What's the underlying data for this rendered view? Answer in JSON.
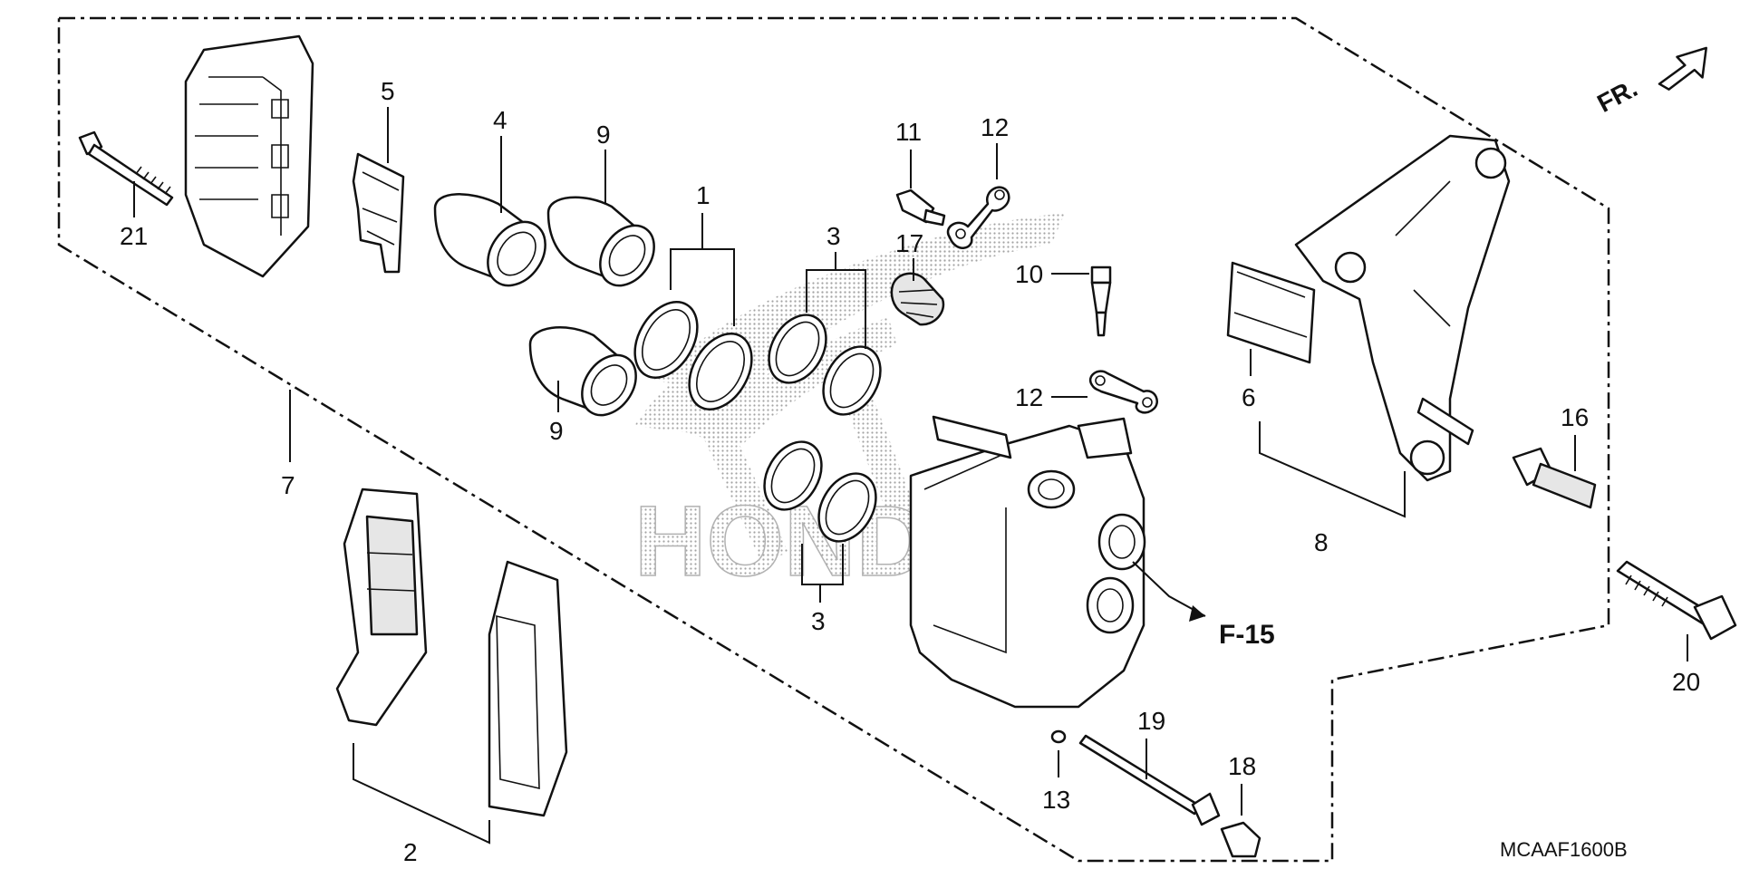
{
  "callouts": {
    "c1": "1",
    "c2": "2",
    "c3a": "3",
    "c3b": "3",
    "c4": "4",
    "c5": "5",
    "c6": "6",
    "c7": "7",
    "c8": "8",
    "c9a": "9",
    "c9b": "9",
    "c10": "10",
    "c11": "11",
    "c12a": "12",
    "c12b": "12",
    "c13": "13",
    "c16": "16",
    "c17": "17",
    "c18": "18",
    "c19": "19",
    "c20": "20",
    "c21": "21"
  },
  "reference": "F-15",
  "direction_label": "FR.",
  "diagram_code": "MCAAF1600B",
  "watermark": "HONDA"
}
